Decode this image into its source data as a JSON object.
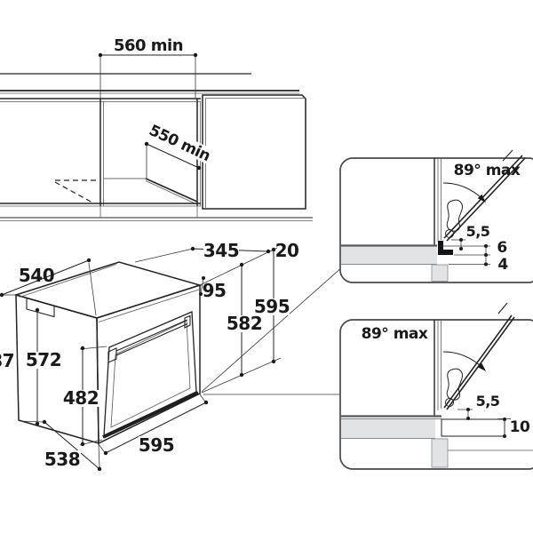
{
  "cabinet_top_view": {
    "d560": "560 min",
    "d550": "550 min"
  },
  "oven_front_view": {
    "d540": "540",
    "d345": "345",
    "d20": "20",
    "d95": "95",
    "d595r": "595",
    "d582": "582",
    "d572": "572",
    "d87": "87",
    "d482": "482",
    "d595f": "595",
    "d538": "538"
  },
  "hinge_detail_top": {
    "angle": "89° max",
    "d55": "5,5",
    "d6": "6",
    "d4": "4"
  },
  "hinge_detail_bottom": {
    "angle": "89° max",
    "d55": "5,5",
    "d10": "10"
  }
}
